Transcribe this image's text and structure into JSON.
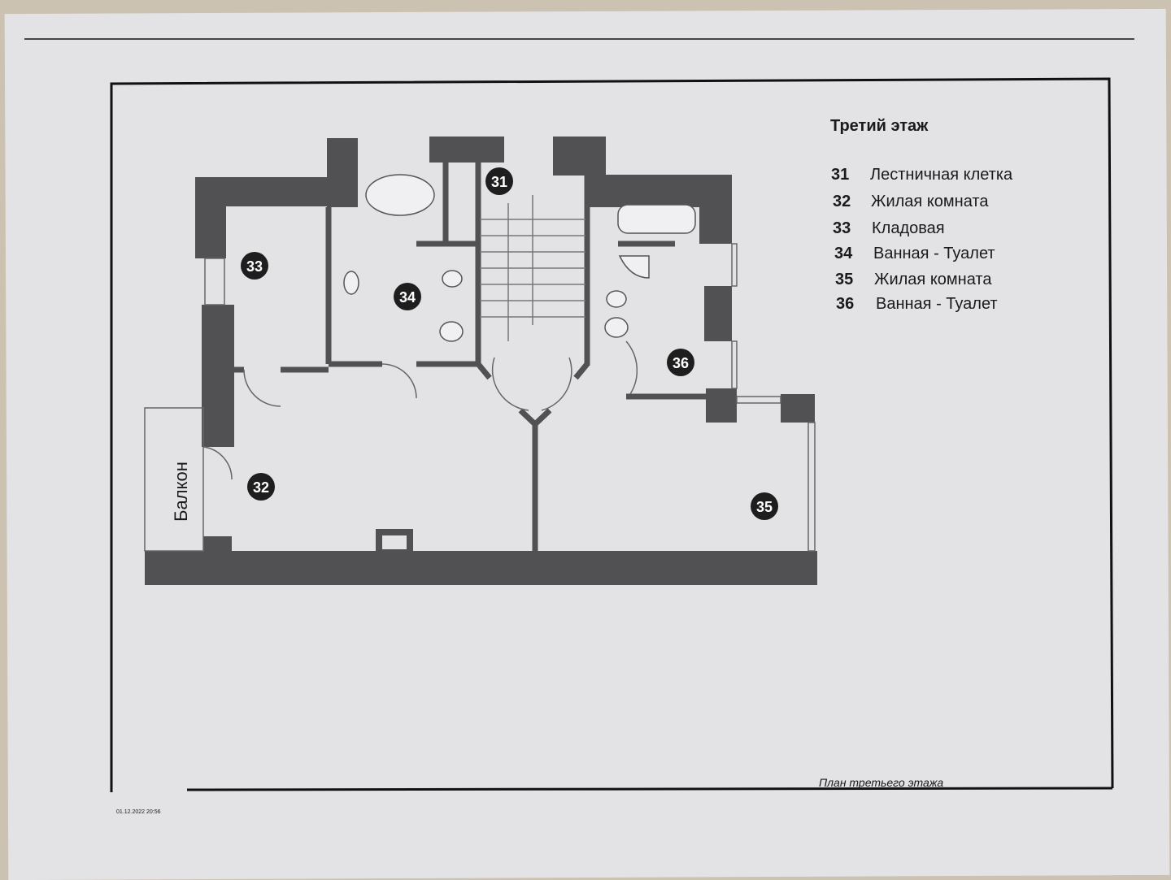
{
  "legend": {
    "title": "Третий этаж",
    "items": [
      {
        "num": "31",
        "label": "Лестничная клетка"
      },
      {
        "num": "32",
        "label": "Жилая комната"
      },
      {
        "num": "33",
        "label": "Кладовая"
      },
      {
        "num": "34",
        "label": "Ванная - Туалет"
      },
      {
        "num": "35",
        "label": "Жилая комната"
      },
      {
        "num": "36",
        "label": "Ванная - Туалет"
      }
    ]
  },
  "plan": {
    "balcony_label": "Балкон",
    "rooms": [
      "31",
      "32",
      "33",
      "34",
      "35",
      "36"
    ]
  },
  "caption": "План третьего этажа",
  "timestamp": "01.12.2022 20:56",
  "colors": {
    "wall": "#515153",
    "paper": "#e3e3e6",
    "marker": "#1e1e1e"
  }
}
